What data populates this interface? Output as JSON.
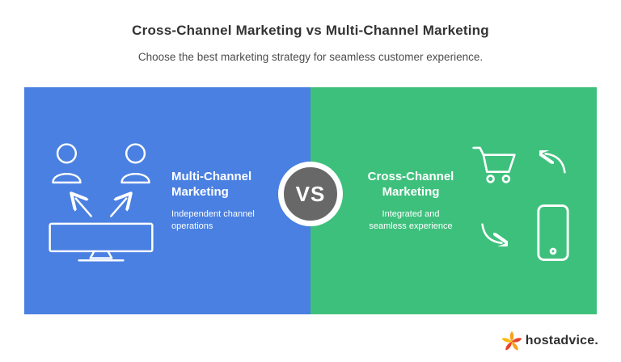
{
  "header": {
    "title": "Cross-Channel Marketing vs Multi-Channel Marketing",
    "subtitle": "Choose the best marketing strategy for seamless customer experience."
  },
  "comparison": {
    "vs_label": "VS",
    "left_panel": {
      "heading": "Multi-Channel Marketing",
      "description": "Independent channel operations",
      "background_color": "#4a80e2",
      "icons": [
        "user-icon",
        "user-icon",
        "up-left-arrow-icon",
        "up-right-arrow-icon",
        "monitor-icon"
      ]
    },
    "right_panel": {
      "heading": "Cross-Channel Marketing",
      "description": "Integrated and seamless experience",
      "background_color": "#3ec07d",
      "icons": [
        "shopping-cart-icon",
        "cycle-arrow-top-icon",
        "cycle-arrow-bottom-icon",
        "smartphone-icon"
      ]
    }
  },
  "colors": {
    "vs_circle": "#686868",
    "title_text": "#333333",
    "panel_text": "#ffffff",
    "logo_red": "#e8432d",
    "logo_orange": "#f6a21c",
    "logo_yellow": "#fbba12"
  },
  "footer": {
    "logo_text": "hostadvice."
  }
}
